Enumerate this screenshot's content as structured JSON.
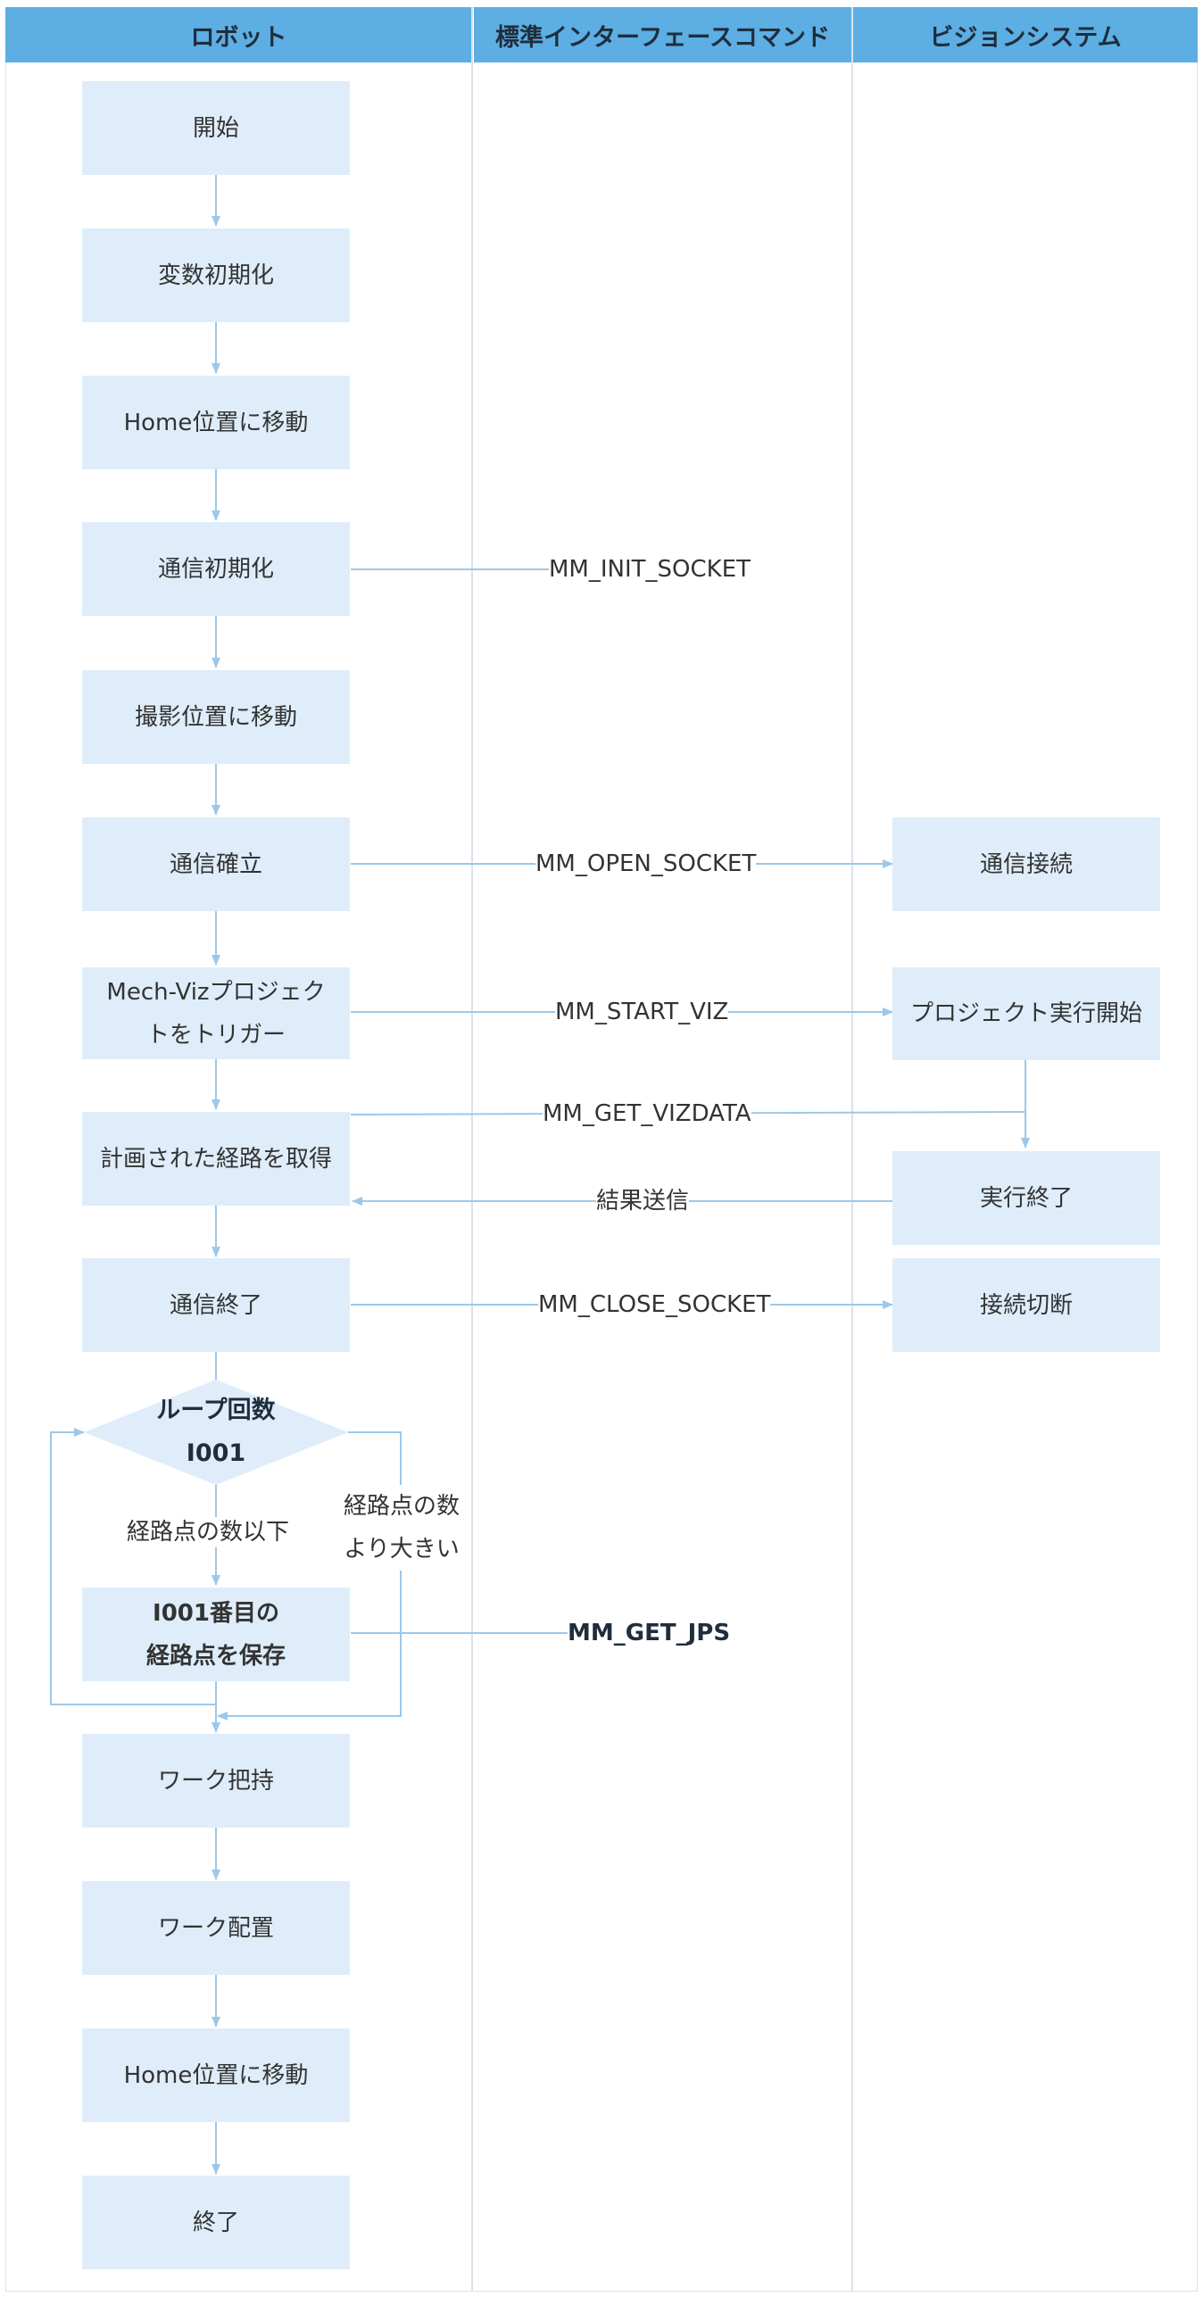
{
  "lanes": {
    "robot": "ロボット",
    "interface": "標準インターフェースコマンド",
    "vision": "ビジョンシステム"
  },
  "robot_steps": {
    "start": "開始",
    "init_vars": "変数初期化",
    "move_home_1": "Home位置に移動",
    "comm_init": "通信初期化",
    "move_capture": "撮影位置に移動",
    "comm_establish": "通信確立",
    "trigger_project": "Mech-Vizプロジェク\nトをトリガー",
    "get_path": "計画された経路を取得",
    "comm_end": "通信終了",
    "loop": "ループ回数\nI001",
    "save_waypoint": "I001番目の\n経路点を保存",
    "pick": "ワーク把持",
    "place": "ワーク配置",
    "move_home_2": "Home位置に移動",
    "end": "終了"
  },
  "vision_steps": {
    "connect": "通信接続",
    "project_start": "プロジェクト実行開始",
    "exec_done": "実行終了",
    "disconnect": "接続切断"
  },
  "commands": {
    "init_socket": "MM_INIT_SOCKET",
    "open_socket": "MM_OPEN_SOCKET",
    "start_viz": "MM_START_VIZ",
    "get_vizdata": "MM_GET_VIZDATA",
    "send_result": "結果送信",
    "close_socket": "MM_CLOSE_SOCKET",
    "get_jps": "MM_GET_JPS"
  },
  "loop_conditions": {
    "within": "経路点の数以下",
    "exceed": "経路点の数\nより大きい"
  },
  "colors": {
    "header": "#5daee3",
    "box": "#deedf9",
    "arrow": "#9cc8ea",
    "lane_line": "#d9e2ec"
  }
}
